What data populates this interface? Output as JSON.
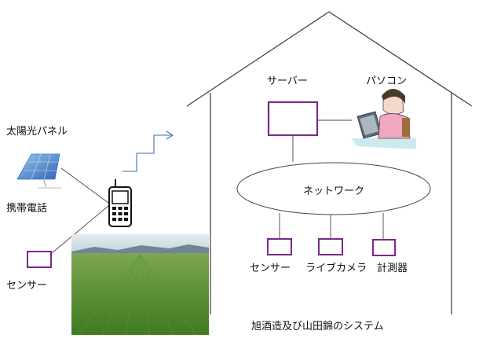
{
  "labels": {
    "solar_panel": "太陽光パネル",
    "mobile_phone": "携帯電話",
    "sensor_left": "センサー",
    "server": "サーバー",
    "pc": "パソコン",
    "network": "ネットワーク",
    "sensor": "センサー",
    "live_camera": "ライブカメラ",
    "meter": "計測器",
    "caption": "旭酒造及び山田錦のシステム"
  },
  "colors": {
    "device_box": "#7a2a8c",
    "house_line": "#444444",
    "arrow": "#3a6fb5",
    "solar_panel": "#3a78c8",
    "field_green": "#4f8a2c",
    "sky": "#dbe6ee"
  },
  "icons": {
    "mobile_phone": "mobile-phone-icon",
    "solar_panel": "solar-panel-icon",
    "pc_user": "pc-user-illustration",
    "field_photo": "rice-field-photo"
  }
}
